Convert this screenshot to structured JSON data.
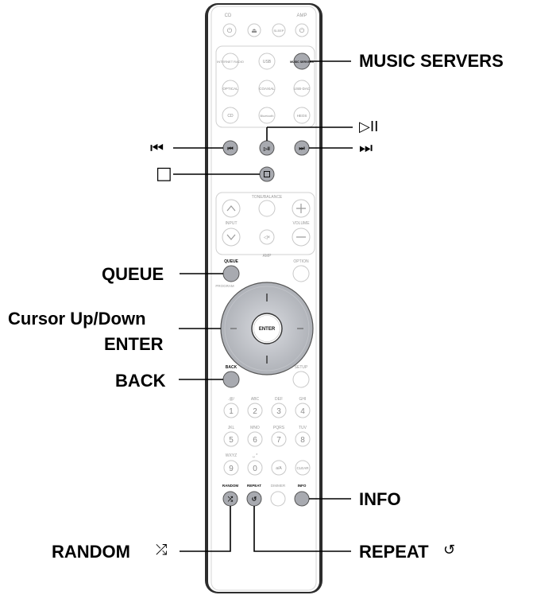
{
  "callouts": {
    "music_servers": "MUSIC SERVERS",
    "queue": "QUEUE",
    "cursor": "Cursor Up/Down",
    "enter": "ENTER",
    "back": "BACK",
    "info": "INFO",
    "random": "RANDOM",
    "repeat": "REPEAT",
    "play_pause_symbol": "▷II",
    "prev_symbol": "⏮",
    "next_symbol": "⏭",
    "stop_symbol": "□",
    "random_symbol": "⤮",
    "repeat_symbol": "↺"
  },
  "remote": {
    "top_labels": {
      "cd": "CD",
      "amp": "AMP"
    },
    "power_row": [
      "⏻",
      "⏏",
      "SLEEP",
      "⏻"
    ],
    "source_rows": [
      [
        "INTERNET RADIO",
        "USB",
        "MUSIC SERVERS"
      ],
      [
        "OPTICAL",
        "COAXIAL",
        "USB-DAC"
      ],
      [
        "CD",
        "Bluetooth",
        "HEOS"
      ]
    ],
    "transport": [
      "⏮",
      "▷II",
      "⏭"
    ],
    "stop": "□",
    "amp_section": {
      "tone": "TONE/BALANCE",
      "input": "INPUT",
      "volume": "VOLUME",
      "amp": "AMP",
      "mute": "◁×"
    },
    "queue_label": "QUEUE",
    "option_label": "OPTION",
    "program_label": "PROGRAM",
    "enter_label": "ENTER",
    "back_label": "BACK",
    "setup_label": "SETUP",
    "number_keys": [
      {
        "sub": ".@/",
        "num": "1"
      },
      {
        "sub": "ABC",
        "num": "2"
      },
      {
        "sub": "DEF",
        "num": "3"
      },
      {
        "sub": "GHI",
        "num": "4"
      },
      {
        "sub": "JKL",
        "num": "5"
      },
      {
        "sub": "MNO",
        "num": "6"
      },
      {
        "sub": "PQRS",
        "num": "7"
      },
      {
        "sub": "TUV",
        "num": "8"
      },
      {
        "sub": "WXYZ",
        "num": "9"
      },
      {
        "sub": "␣ *",
        "num": "0"
      },
      {
        "sub": "",
        "num": "a/A"
      },
      {
        "sub": "",
        "num": "CLEAR"
      }
    ],
    "bottom_labels": [
      "RANDOM",
      "REPEAT",
      "DIMMER",
      "INFO"
    ],
    "bottom_icons": [
      "⤮",
      "↺",
      "",
      ""
    ]
  },
  "colors": {
    "highlight": "#a8aab0",
    "body": "#ffffff",
    "outline": "#2b2b2b",
    "button_outline": "#c8c8c8"
  }
}
